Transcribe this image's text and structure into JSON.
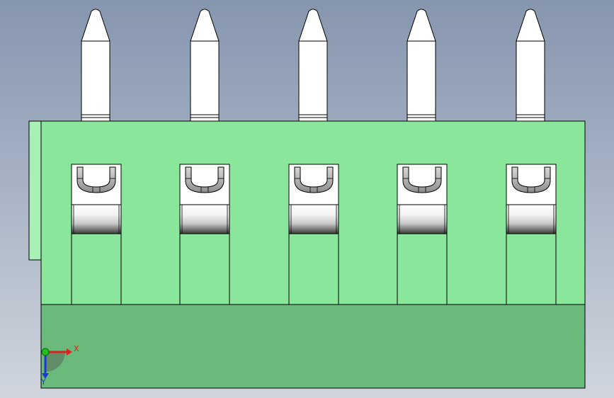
{
  "viewport": {
    "background_top": "#8696ae",
    "background_bottom": "#d0d5dd"
  },
  "model": {
    "pin_count": 5,
    "body_color": "#8ae69b",
    "base_color": "#6abb7b",
    "side_tab_color": "#a8f0b5",
    "pin_color": "#ffffff",
    "edge_color": "#000000"
  },
  "triad": {
    "x_label": "X",
    "y_label": "Y",
    "x_color": "#e02020",
    "y_color": "#2038d0",
    "origin_color": "#20c020"
  }
}
